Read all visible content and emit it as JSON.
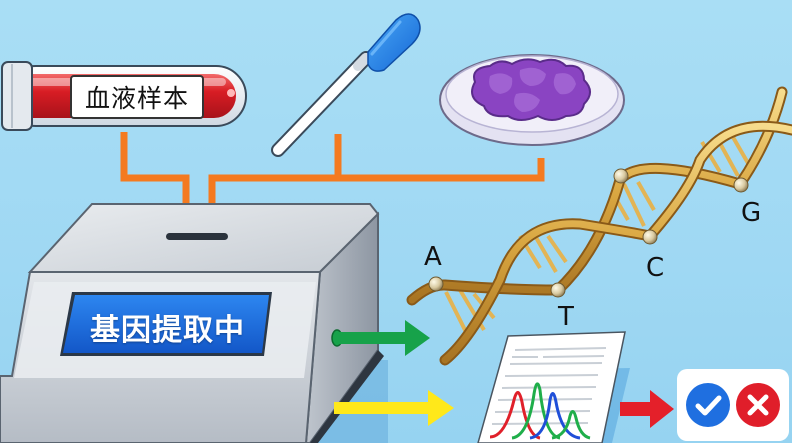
{
  "samples": {
    "blood_tube": {
      "label": "血液样本",
      "icon": "blood-test-tube"
    },
    "swab": {
      "icon": "cotton-swab"
    },
    "tissue": {
      "icon": "tissue-petri-dish"
    }
  },
  "machine": {
    "screen_text": "基因提取中",
    "icon": "dna-extraction-machine"
  },
  "dna": {
    "icon": "dna-double-helix",
    "bases": [
      {
        "letter": "A"
      },
      {
        "letter": "T"
      },
      {
        "letter": "C"
      },
      {
        "letter": "G"
      }
    ]
  },
  "report": {
    "icon": "sequencing-chromatogram-report",
    "peak_colors": [
      "#e0202a",
      "#1fae4a",
      "#1f4fd8",
      "#1fae4a"
    ]
  },
  "result": {
    "pass_icon": "check-icon",
    "fail_icon": "x-icon"
  },
  "colors": {
    "background": "#a3dbf4",
    "input_arrow": "#f47a20",
    "dna_arrow": "#17a24a",
    "report_arrow": "#ffe81a",
    "result_arrow": "#e4202a",
    "screen": "#1f6fe0",
    "pass": "#1f6fe0",
    "fail": "#e01e2a"
  }
}
